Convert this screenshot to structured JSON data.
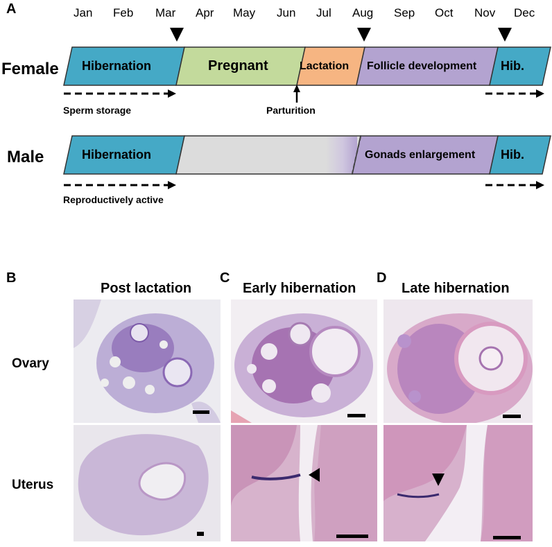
{
  "panel_a": {
    "letter": "A",
    "months": [
      "Jan",
      "Feb",
      "Mar",
      "Apr",
      "May",
      "Jun",
      "Jul",
      "Aug",
      "Sep",
      "Oct",
      "Nov",
      "Dec"
    ],
    "female": {
      "label": "Female",
      "segments": [
        "Hibernation",
        "Pregnant",
        "Lactation",
        "Follicle development",
        "Hib."
      ],
      "sperm_storage": "Sperm storage",
      "parturition": "Parturition"
    },
    "male": {
      "label": "Male",
      "segments": [
        "Hibernation",
        "Gonads enlargement",
        "Hib."
      ],
      "repro_active": "Reproductively active"
    },
    "colors": {
      "hibernation": "#45a9c6",
      "pregnant": "#c3da9c",
      "lactation": "#f6b582",
      "follicle": "#b3a3d0",
      "inactive": "#dcdcdc"
    }
  },
  "panels": {
    "b": {
      "letter": "B",
      "title": "Post lactation"
    },
    "c": {
      "letter": "C",
      "title": "Early hibernation"
    },
    "d": {
      "letter": "D",
      "title": "Late hibernation"
    }
  },
  "tissues": {
    "ovary": "Ovary",
    "uterus": "Uterus"
  }
}
